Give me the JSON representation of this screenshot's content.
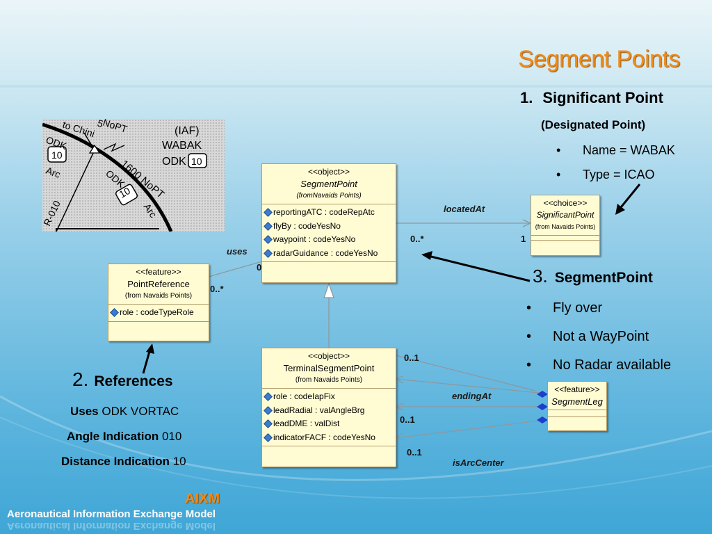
{
  "title": "Segment Points",
  "significant": {
    "number": "1.",
    "heading": "Significant Point",
    "sub": "(Designated Point)",
    "bullets": [
      "Name = WABAK",
      "Type = ICAO"
    ]
  },
  "segment": {
    "number": "3.",
    "heading": "SegmentPoint",
    "bullets": [
      "Fly over",
      "Not a WayPoint",
      "No Radar available"
    ]
  },
  "references": {
    "number": "2.",
    "heading": "References",
    "lines": [
      {
        "label": "Uses",
        "value": "ODK VORTAC"
      },
      {
        "label": "Angle Indication",
        "value": "010"
      },
      {
        "label": "Distance Indication",
        "value": "10"
      }
    ]
  },
  "map": {
    "labels": [
      "to Chini",
      "NoPT",
      "(IAF)",
      "WABAK",
      "ODK",
      "10",
      "ODK",
      "10",
      "Arc",
      "R-010",
      "1600 NoPT",
      "ODK",
      "10",
      "Arc",
      "5"
    ]
  },
  "uml": {
    "segment_point": {
      "stereotype": "<<object>>",
      "name": "SegmentPoint",
      "from": "(fromNavaids Points)",
      "attrs": [
        "reportingATC : codeRepAtc",
        "flyBy : codeYesNo",
        "waypoint : codeYesNo",
        "radarGuidance : codeYesNo"
      ]
    },
    "significant_point": {
      "stereotype": "<<choice>>",
      "name": "SignificantPoint",
      "from": "(from Navaids Points)"
    },
    "point_reference": {
      "stereotype": "<<feature>>",
      "name": "PointReference",
      "from": "(from Navaids Points)",
      "attrs": [
        "role : codeTypeRole"
      ]
    },
    "terminal_segment_point": {
      "stereotype": "<<object>>",
      "name": "TerminalSegmentPoint",
      "from": "(from Navaids Points)",
      "attrs": [
        "role : codeIapFix",
        "leadRadial : valAngleBrg",
        "leadDME : valDist",
        "indicatorFACF : codeYesNo"
      ]
    },
    "segment_leg": {
      "stereotype": "<<feature>>",
      "name": "SegmentLeg"
    },
    "assoc": {
      "located_at": "locatedAt",
      "uses": "uses",
      "ending_at": "endingAt",
      "is_arc_center": "isArcCenter"
    },
    "mult": {
      "loc_src": "0..*",
      "loc_dst": "1",
      "uses_src": "0",
      "uses_dst": "0..*",
      "end_1": "0..1",
      "end_2": "0..1",
      "end_3": "0..1"
    }
  },
  "footer": {
    "brand": "AIXM",
    "full": "Aeronautical Information Exchange Model"
  }
}
